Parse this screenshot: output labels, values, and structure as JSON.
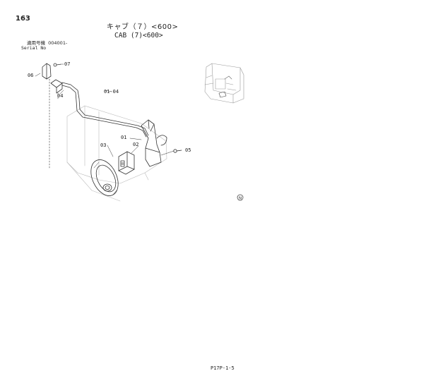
{
  "header": {
    "page_number": "163",
    "title_jp": "キャブ（７）<600>",
    "title_en": "CAB (7)<600>",
    "serial_label_jp": "適用号機",
    "serial_value": "004001-",
    "serial_label_en": "Serial No"
  },
  "callouts": {
    "c01_04": "01-04",
    "c01": "01",
    "c02": "02",
    "c03": "03",
    "c04": "04",
    "c05": "05",
    "c06": "06",
    "c07": "07"
  },
  "symbol": "N",
  "footer": {
    "code": "P17P-1-5"
  }
}
